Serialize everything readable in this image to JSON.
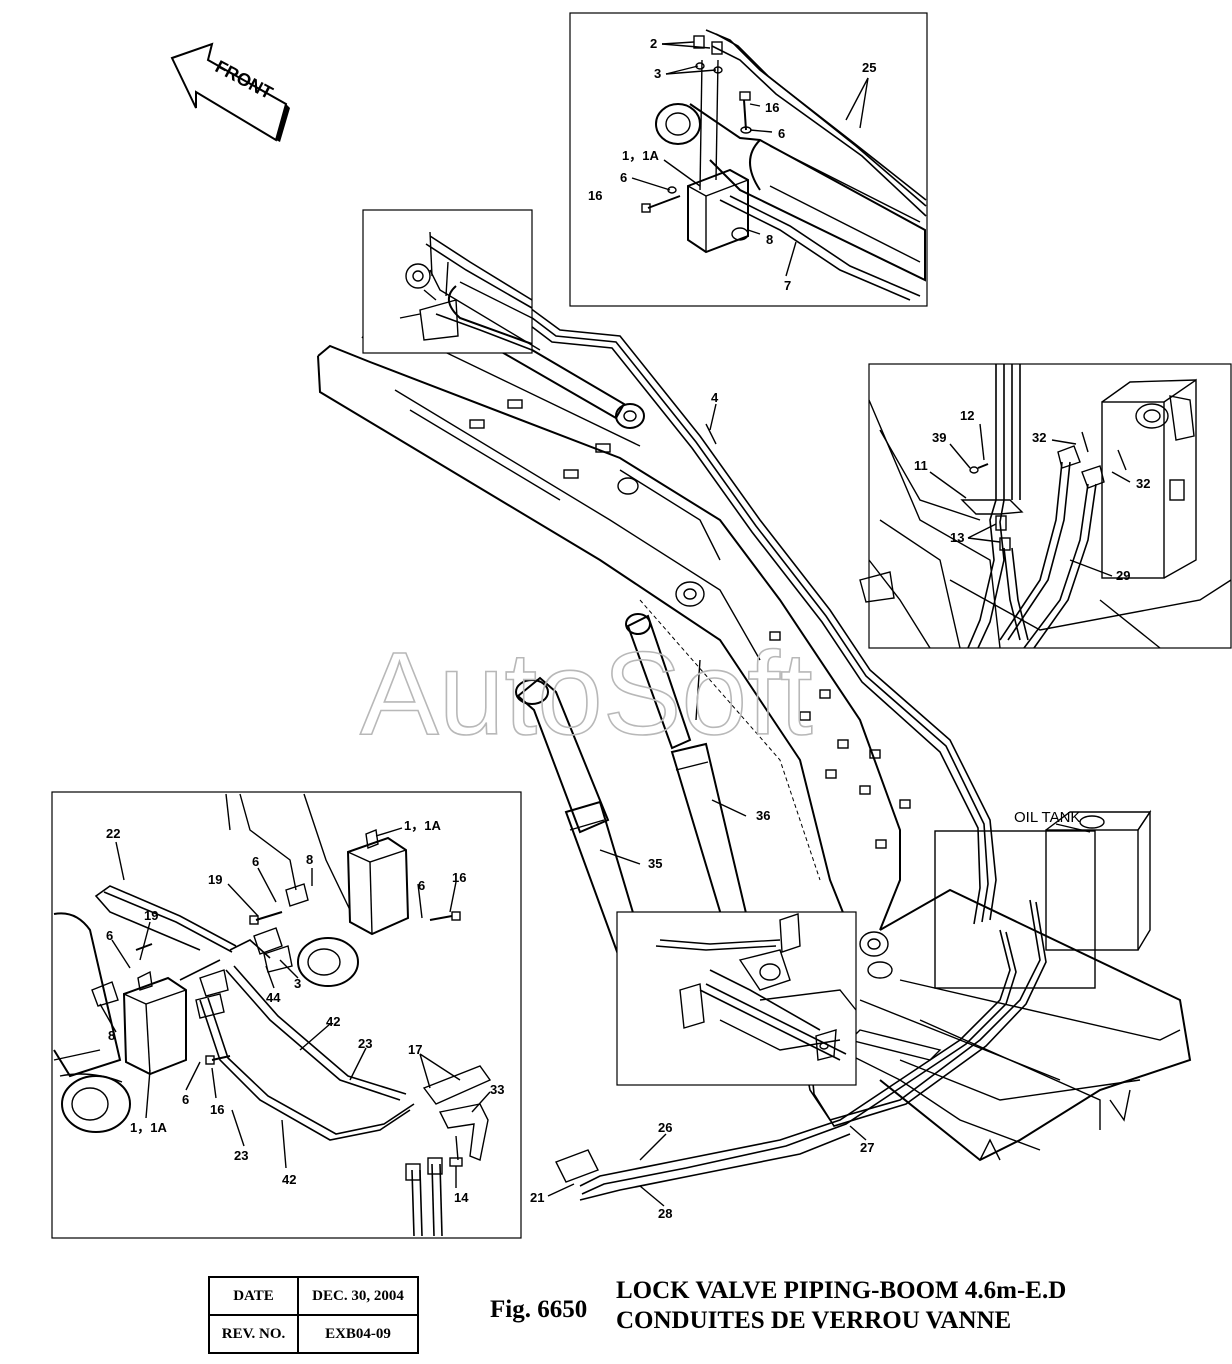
{
  "direction_label": "FRONT",
  "watermark": "AutoSoft",
  "oil_tank_label": "OIL TANK",
  "callouts": {
    "c2": "2",
    "c3": "3",
    "c25": "25",
    "c16a": "16",
    "c6a": "6",
    "c1a": "1，1A",
    "c6b": "6",
    "c16b": "16",
    "c8a": "8",
    "c7": "7",
    "c4": "4",
    "c12": "12",
    "c39": "39",
    "c32a": "32",
    "c11": "11",
    "c32b": "32",
    "c13": "13",
    "c29": "29",
    "c36": "36",
    "c35": "35",
    "c22": "22",
    "c1b": "1，1A",
    "c6c": "6",
    "c8b": "8",
    "c19a": "19",
    "c6d": "6",
    "c16c": "16",
    "c19b": "19",
    "c6e": "6",
    "c44": "44",
    "c3b": "3",
    "c8c": "8",
    "c42a": "42",
    "c23a": "23",
    "c17": "17",
    "c33": "33",
    "c1c": "1，1A",
    "c6f": "6",
    "c16d": "16",
    "c23b": "23",
    "c42b": "42",
    "c14": "14",
    "c26": "26",
    "c27": "27",
    "c21": "21",
    "c28": "28"
  },
  "info_table": {
    "date_label": "DATE",
    "date_value": "DEC. 30, 2004",
    "rev_label": "REV. NO.",
    "rev_value": "EXB04-09"
  },
  "figure": {
    "number": "Fig. 6650",
    "title_en": "LOCK VALVE PIPING-BOOM 4.6m-E.D",
    "title_fr": "CONDUITES DE VERROU VANNE"
  }
}
